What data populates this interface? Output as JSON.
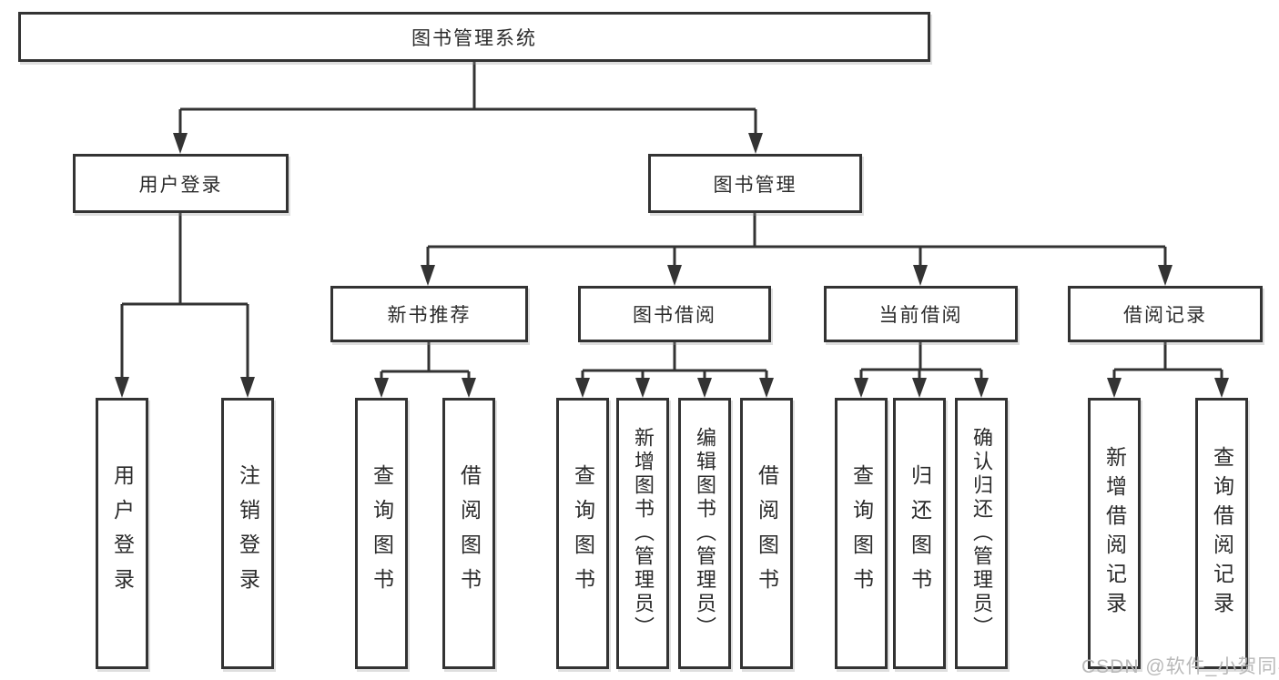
{
  "tree": {
    "root": "图书管理系统",
    "branches": [
      {
        "label": "用户登录",
        "children": [
          "用户登录",
          "注销登录"
        ]
      },
      {
        "label": "图书管理",
        "groups": [
          {
            "label": "新书推荐",
            "children": [
              "查询图书",
              "借阅图书"
            ]
          },
          {
            "label": "图书借阅",
            "children": [
              "查询图书",
              "新增图书（管理员）",
              "编辑图书（管理员）",
              "借阅图书"
            ]
          },
          {
            "label": "当前借阅",
            "children": [
              "查询图书",
              "归还图书",
              "确认归还（管理员）"
            ]
          },
          {
            "label": "借阅记录",
            "children": [
              "新增借阅记录",
              "查询借阅记录"
            ]
          }
        ]
      }
    ]
  },
  "watermark": {
    "text": "CSDN @软件_小贺同学"
  },
  "colors": {
    "line": "#333333",
    "box_border": "#333333",
    "background": "#ffffff",
    "watermark": "#b9b9b9"
  }
}
